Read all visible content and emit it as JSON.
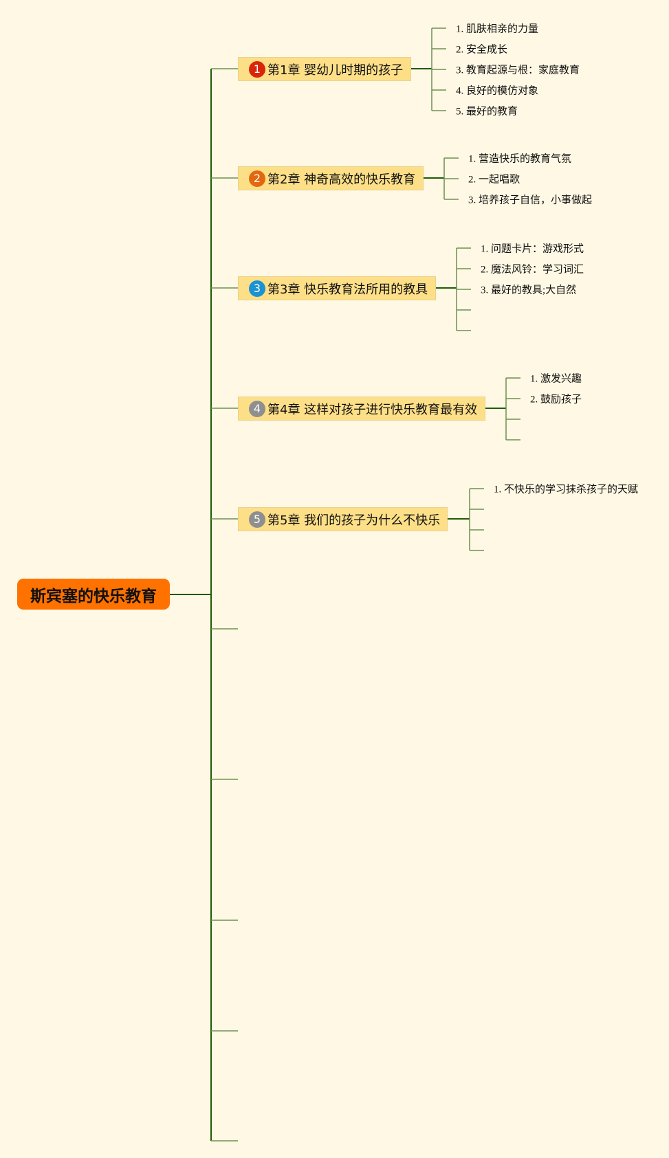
{
  "root": {
    "label": "斯宾塞的快乐教育"
  },
  "colors": {
    "background": "#fef8e4",
    "root": "#ff7200",
    "topic_fill": "#fddf88",
    "main_line": "#1f5a05",
    "leaf_line": "#6e8f52"
  },
  "topics": [
    {
      "badge": "1",
      "badge_color": "#d8260a",
      "label": "第1章 婴幼儿时期的孩子",
      "subtopics": [
        "1. 肌肤相亲的力量",
        "2. 安全成长",
        "3. 教育起源与根：家庭教育",
        "4. 良好的模仿对象",
        "5. 最好的教育"
      ]
    },
    {
      "badge": "2",
      "badge_color": "#e2680f",
      "label": "第2章 神奇高效的快乐教育",
      "subtopics": [
        "1. 营造快乐的教育气氛",
        "2. 一起唱歌",
        "3. 培养孩子自信，小事做起"
      ]
    },
    {
      "badge": "3",
      "badge_color": "#1b92d2",
      "label": "第3章 快乐教育法所用的教具",
      "subtopics": [
        "1. 问题卡片：游戏形式",
        "2. 魔法风铃：学习词汇",
        "3. 最好的教具;大自然",
        "",
        ""
      ]
    },
    {
      "badge": "4",
      "badge_color": "#8f8f8f",
      "label": "第4章 这样对孩子进行快乐教育最有效",
      "subtopics": [
        "1. 激发兴趣",
        "2. 鼓励孩子",
        "",
        ""
      ]
    },
    {
      "badge": "5",
      "badge_color": "#8f8f8f",
      "label": "第5章 我们的孩子为什么不快乐",
      "subtopics": [
        "1. 不快乐的学习抹杀孩子的天赋",
        "",
        "",
        ""
      ]
    }
  ],
  "empty_branch_count": 5
}
